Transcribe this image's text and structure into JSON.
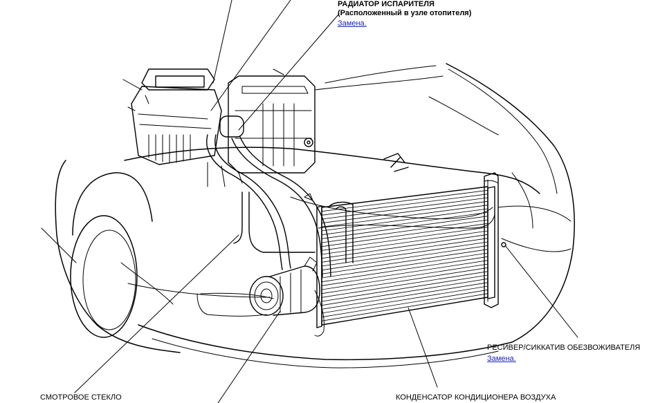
{
  "labels": {
    "evaporator_title": "РАДИАТОР ИСПАРИТЕЛЯ",
    "evaporator_sub": "(Расположенный в узле отопителя)",
    "evaporator_link": "Замена.",
    "receiver_title": "РЕСИВЕР/СИККАТИВ ОБЕЗВОЖИВАТЕЛЯ",
    "receiver_link": "Замена.",
    "sight_glass": "СМОТРОВОЕ СТЕКЛО",
    "condenser": "КОНДЕНСАТОР КОНДИЦИОНЕРА ВОЗДУХА"
  },
  "colors": {
    "line": "#000000",
    "link": "#1a22b8",
    "background": "#ffffff"
  }
}
